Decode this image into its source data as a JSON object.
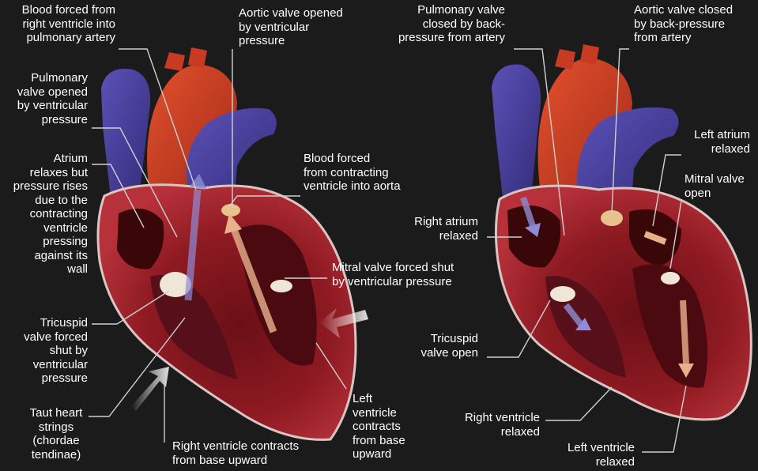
{
  "colors": {
    "background": "#1b1b1b",
    "label_text": "#ffffff",
    "leader_line": "#cfcfcf",
    "myocardium": "#8e1a22",
    "vein_blue": "#4a3f9a",
    "artery_red": "#c93a22",
    "flow_arrow": "#8e8cd6"
  },
  "systole": {
    "labels": {
      "blood_to_pulmonary": "Blood forced from\nright ventricle into\npulmonary artery",
      "aortic_opened": "Aortic valve opened\nby ventricular\npressure",
      "pulmonary_opened": "Pulmonary\nvalve opened\nby ventricular\npressure",
      "atrium_relaxes": "Atrium\nrelaxes but\npressure rises\ndue to the\ncontracting\nventricle\npressing\nagainst its\nwall",
      "blood_to_aorta": "Blood forced\nfrom contracting\nventricle into aorta",
      "mitral_shut": "Mitral valve forced shut\nby ventricular pressure",
      "tricuspid_shut": "Tricuspid\nvalve forced\nshut by\nventricular\npressure",
      "taut_strings": "Taut heart\nstrings\n(chordae\ntendinae)",
      "rv_contracts": "Right ventricle contracts\nfrom base upward",
      "lv_contracts": "Left\nventricle\ncontracts\nfrom base\nupward"
    }
  },
  "diastole": {
    "labels": {
      "pulmonary_closed": "Pulmonary valve\nclosed by back-\npressure from artery",
      "aortic_closed": "Aortic valve closed\nby back-pressure\nfrom artery",
      "left_atrium_relaxed": "Left atrium\nrelaxed",
      "mitral_open": "Mitral valve\nopen",
      "right_atrium_relaxed": "Right atrium\nrelaxed",
      "tricuspid_open": "Tricuspid\nvalve open",
      "rv_relaxed": "Right ventricle\nrelaxed",
      "lv_relaxed": "Left ventricle\nrelaxed"
    }
  }
}
